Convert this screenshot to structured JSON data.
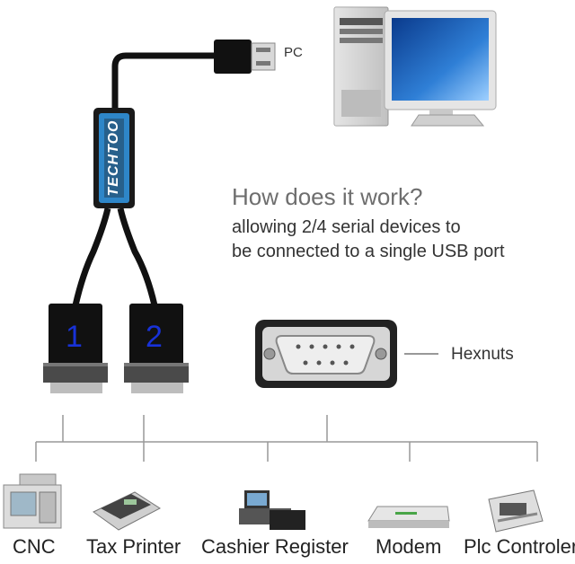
{
  "pc_label": "PC",
  "brand": "TECHTOO",
  "heading": "How does it work?",
  "description_lines": [
    "allowing 2/4 serial devices to",
    "be connected to a single USB port"
  ],
  "ports": [
    "1",
    "2"
  ],
  "connector_label": "Hexnuts",
  "devices": [
    {
      "label": "CNC",
      "icon": "cnc-machine-icon"
    },
    {
      "label": "Tax Printer",
      "icon": "receipt-printer-icon"
    },
    {
      "label": "Cashier Register",
      "icon": "cash-register-icon"
    },
    {
      "label": "Modem",
      "icon": "modem-icon"
    },
    {
      "label": "Plc Controler",
      "icon": "plc-controller-icon"
    }
  ],
  "colors": {
    "port_number": "#1832d8",
    "adapter_accent": "#2e86c8",
    "cable": "#111111",
    "heading": "#6e6e6e"
  }
}
